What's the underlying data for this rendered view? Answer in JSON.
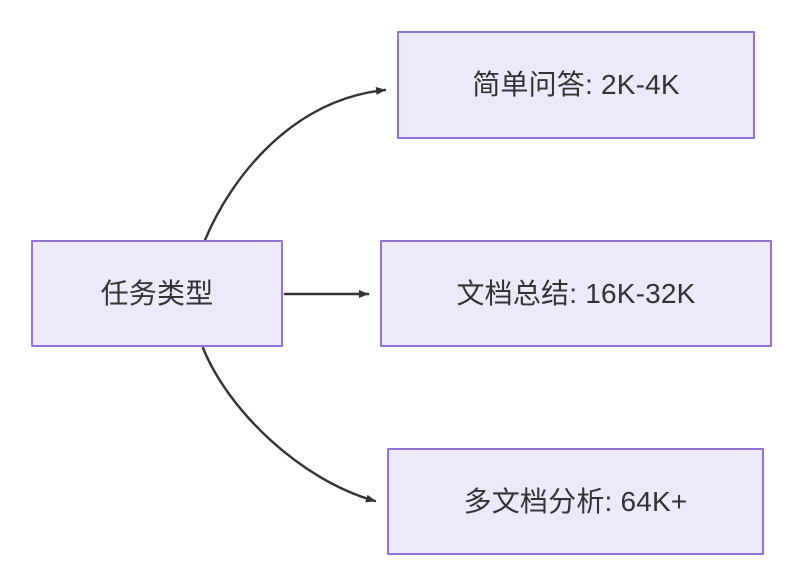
{
  "diagram": {
    "type": "flowchart",
    "direction": "left-to-right",
    "theme": {
      "node_fill": "#ece9fb",
      "node_border": "#9174d6",
      "text_color": "#333333",
      "edge_color": "#333333",
      "background": "#ffffff"
    },
    "nodes": [
      {
        "id": "root",
        "label": "任务类型",
        "role": "source"
      },
      {
        "id": "simple",
        "label": "简单问答: 2K-4K",
        "role": "target"
      },
      {
        "id": "summary",
        "label": "文档总结: 16K-32K",
        "role": "target"
      },
      {
        "id": "multi",
        "label": "多文档分析: 64K+",
        "role": "target"
      }
    ],
    "edges": [
      {
        "from": "root",
        "to": "simple",
        "style": "curved",
        "arrowhead": "solid-triangle"
      },
      {
        "from": "root",
        "to": "summary",
        "style": "straight",
        "arrowhead": "solid-triangle"
      },
      {
        "from": "root",
        "to": "multi",
        "style": "curved",
        "arrowhead": "solid-triangle"
      }
    ]
  }
}
